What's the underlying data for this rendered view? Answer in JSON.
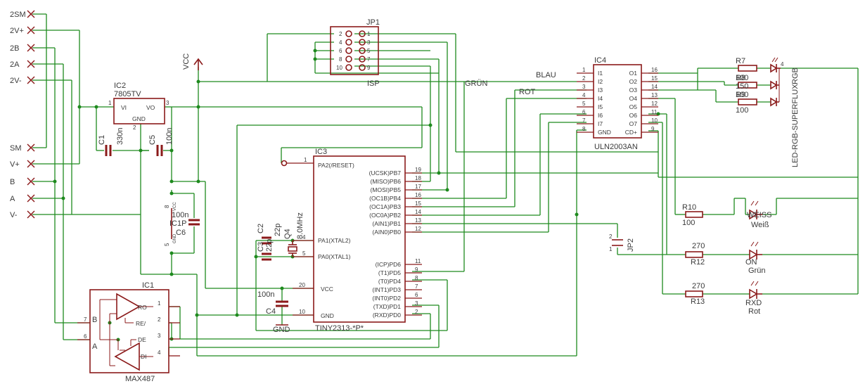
{
  "connectors": [
    "2SM",
    "2V+",
    "2B",
    "2A",
    "2V-",
    "SM",
    "V+",
    "B",
    "A",
    "V-"
  ],
  "power": {
    "vcc": "VCC",
    "gnd": "GND"
  },
  "ic2": {
    "name": "IC2",
    "value": "7805TV",
    "vi": "VI",
    "vo": "VO",
    "gnd": "GND",
    "p1": "1",
    "p2": "2",
    "p3": "3"
  },
  "caps": {
    "c1": "C1",
    "c1v": "330n",
    "c5": "C5",
    "c5v": "100n",
    "c6": "C6",
    "c6v": "100n",
    "c2": "C2",
    "c2v": "22p",
    "c3": "C3",
    "c3v": "22p",
    "c4": "C4",
    "c4v": "100n"
  },
  "ic1p": {
    "name": "IC1P",
    "vcc": "VCC",
    "gnd": "GND",
    "p8": "8",
    "p5": "5"
  },
  "q4": {
    "name": "Q4",
    "value": "8.0MHz"
  },
  "ic1": {
    "name": "IC1",
    "value": "MAX487",
    "ro": "RO",
    "re": "RE/",
    "de": "DE",
    "di": "DI",
    "a": "A",
    "b": "B",
    "p1": "1",
    "p2": "2",
    "p3": "3",
    "p4": "4",
    "p6": "6",
    "p7": "7"
  },
  "jp1": {
    "name": "JP1",
    "sub": "ISP",
    "left": [
      "2",
      "4",
      "6",
      "8",
      "10"
    ],
    "right": [
      "1",
      "3",
      "5",
      "7",
      "9"
    ]
  },
  "ic3": {
    "name": "IC3",
    "value": "TINY2313-*P*",
    "left": [
      {
        "label": "PA2(/RESET)",
        "num": "1"
      },
      {
        "label": "PA1(XTAL2)",
        "num": "4"
      },
      {
        "label": "PA0(XTAL1)",
        "num": "5"
      },
      {
        "label": "VCC",
        "num": "20"
      },
      {
        "label": "GND",
        "num": "10"
      }
    ],
    "right": [
      {
        "label": "(UCSK)PB7",
        "num": "19"
      },
      {
        "label": "(MISO)PB6",
        "num": "18"
      },
      {
        "label": "(MOSI)PB5",
        "num": "17"
      },
      {
        "label": "(OC1B)PB4",
        "num": "16"
      },
      {
        "label": "(OC1A)PB3",
        "num": "15"
      },
      {
        "label": "(OC0A)PB2",
        "num": "14"
      },
      {
        "label": "(AIN1)PB1",
        "num": "13"
      },
      {
        "label": "(AIN0)PB0",
        "num": "12"
      },
      {
        "label": "(ICP)PD6",
        "num": "11"
      },
      {
        "label": "(T1)PD5",
        "num": "9"
      },
      {
        "label": "(T0)PD4",
        "num": "8"
      },
      {
        "label": "(INT1)PD3",
        "num": "7"
      },
      {
        "label": "(INT0)PD2",
        "num": "6"
      },
      {
        "label": "(TXD)PD1",
        "num": "3"
      },
      {
        "label": "(RXD)PD0",
        "num": "2"
      }
    ]
  },
  "ic4": {
    "name": "IC4",
    "value": "ULN2003AN",
    "left": [
      {
        "label": "I1",
        "num": "1"
      },
      {
        "label": "I2",
        "num": "2"
      },
      {
        "label": "I3",
        "num": "3"
      },
      {
        "label": "I4",
        "num": "4"
      },
      {
        "label": "I5",
        "num": "5"
      },
      {
        "label": "I6",
        "num": "6"
      },
      {
        "label": "I7",
        "num": "7"
      },
      {
        "label": "GND",
        "num": "8"
      }
    ],
    "right": [
      {
        "label": "O1",
        "num": "16"
      },
      {
        "label": "O2",
        "num": "15"
      },
      {
        "label": "O3",
        "num": "14"
      },
      {
        "label": "O4",
        "num": "13"
      },
      {
        "label": "O5",
        "num": "12"
      },
      {
        "label": "O6",
        "num": "11"
      },
      {
        "label": "O7",
        "num": "10"
      },
      {
        "label": "CD+",
        "num": "9"
      }
    ]
  },
  "nets": {
    "blau": "BLAU",
    "rot": "ROT",
    "gruen": "GRÜN"
  },
  "resistors": {
    "r7": "R7",
    "r7v": "100",
    "r8": "R8",
    "r8v": "100",
    "r9": "R9",
    "r9v": "150",
    "r9b": "100",
    "r10": "R10",
    "r10v": "100",
    "r12": "R12",
    "r12v": "270",
    "r13": "R13",
    "r13v": "270"
  },
  "leds": {
    "rgb": "RGB",
    "rgb_full": "LED-RGB-SUPERFLUX",
    "p4": "4",
    "weiss": "WEISS",
    "weiss_sub": "Weiß",
    "on": "ON",
    "on_sub": "Grün",
    "rxd": "RXD",
    "rxd_sub": "Rot"
  },
  "jp2": {
    "name": "JP2",
    "p1": "1",
    "p2": "2"
  }
}
